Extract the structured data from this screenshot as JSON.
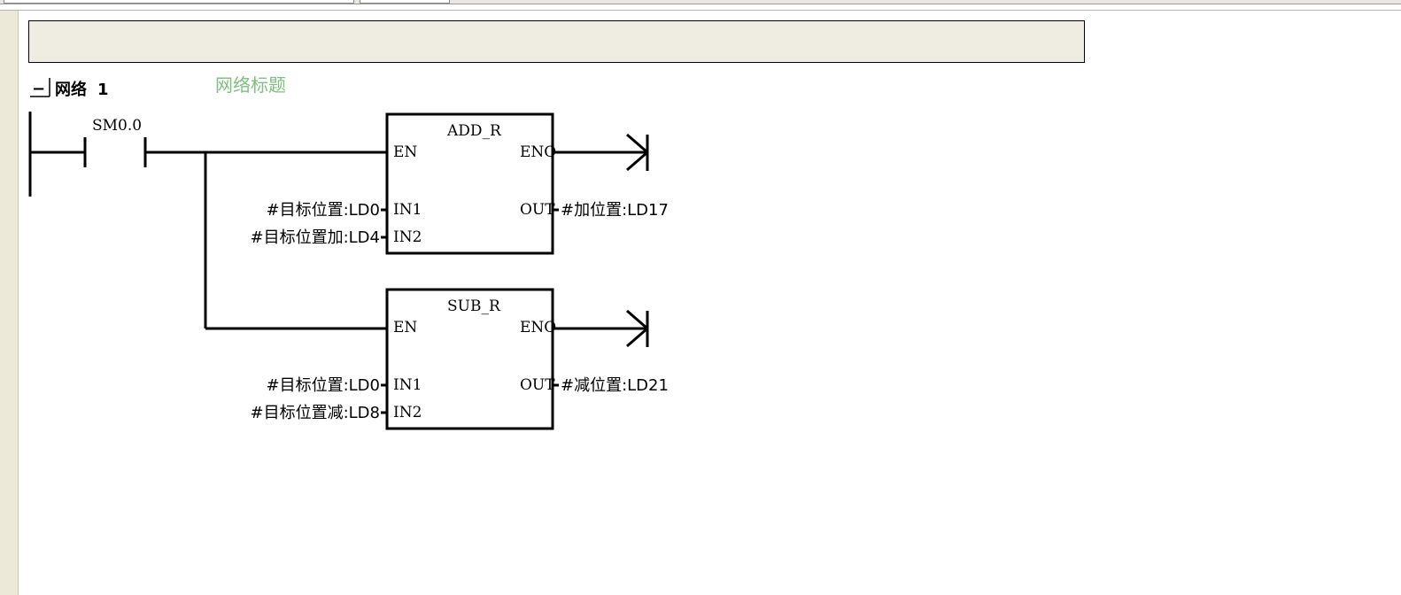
{
  "network": {
    "label": "网络",
    "number": "1",
    "title": "网络标题",
    "collapse_symbol": "−"
  },
  "contact": {
    "address": "SM0.0"
  },
  "boxes": [
    {
      "name": "ADD_R",
      "en": "EN",
      "eno": "ENO",
      "in1_pin": "IN1",
      "in2_pin": "IN2",
      "out_pin": "OUT",
      "in1_operand": "#目标位置:LD0",
      "in2_operand": "#目标位置加:LD4",
      "out_operand": "#加位置:LD17"
    },
    {
      "name": "SUB_R",
      "en": "EN",
      "eno": "ENO",
      "in1_pin": "IN1",
      "in2_pin": "IN2",
      "out_pin": "OUT",
      "in1_operand": "#目标位置:LD0",
      "in2_operand": "#目标位置减:LD8",
      "out_operand": "#减位置:LD21"
    }
  ]
}
